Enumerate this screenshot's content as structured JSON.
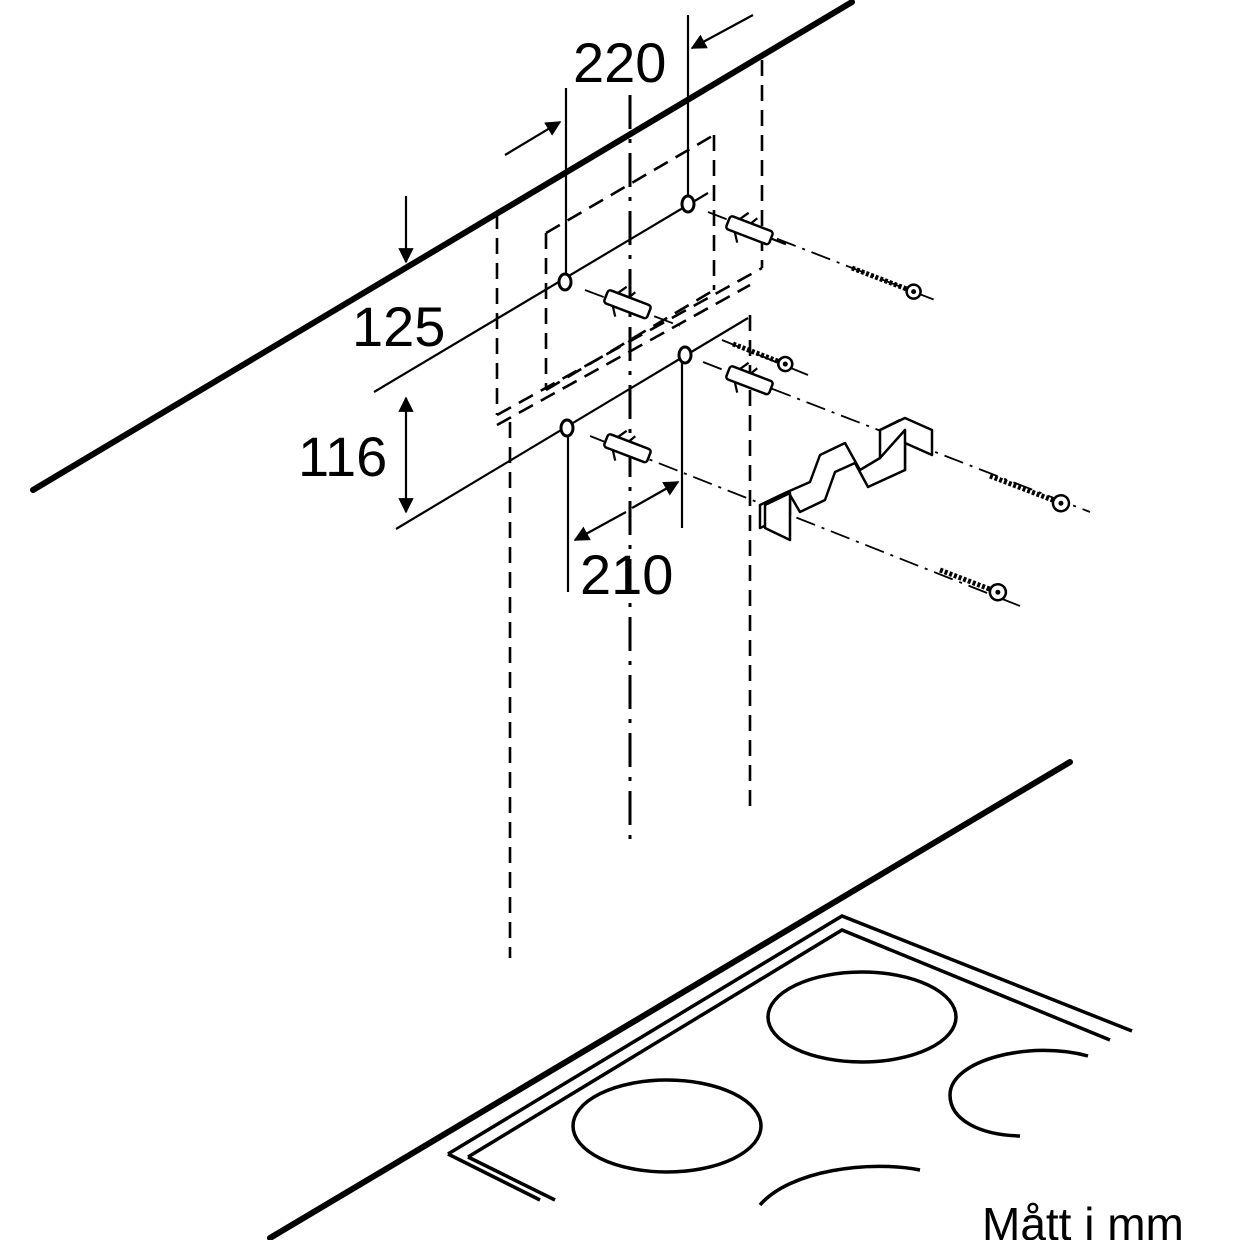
{
  "dimensions": {
    "top_width": "220",
    "offset_vertical": "125",
    "hole_spacing_vertical": "116",
    "bottom_width": "210"
  },
  "caption": "Mått i mm",
  "colors": {
    "ink": "#000000",
    "background": "#ffffff"
  },
  "icons": [
    "wall-plug-icon",
    "screw-icon",
    "mounting-bracket-icon",
    "cooktop-burner-icon"
  ]
}
